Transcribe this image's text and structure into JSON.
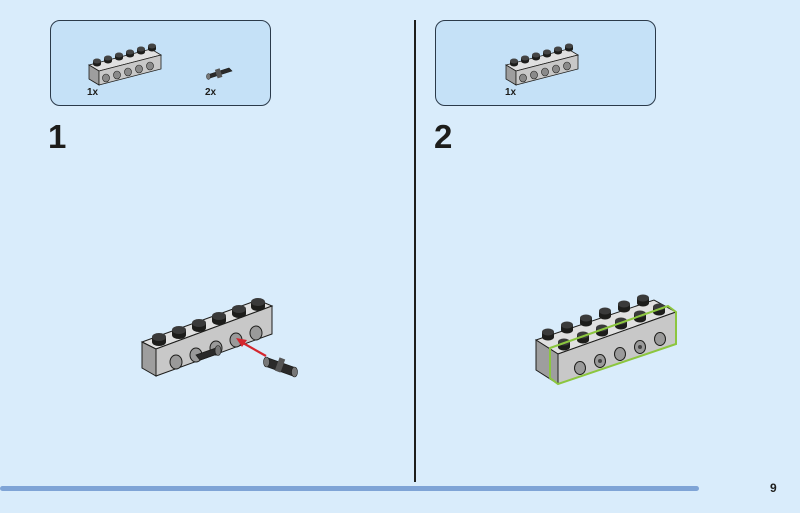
{
  "colors": {
    "background": "#d9ecfb",
    "parts_box": "#c5e1f7",
    "brick_gray": "#c8c8c8",
    "stud_black": "#1d1d1b",
    "arrow_red": "#d3262e",
    "highlight_green": "#8cc63f",
    "progress_blue": "#7fa4d6"
  },
  "step1": {
    "number": "1",
    "parts": [
      {
        "icon": "technic-brick-1x6-icon",
        "qty": "1x"
      },
      {
        "icon": "technic-pin-icon",
        "qty": "2x"
      }
    ]
  },
  "step2": {
    "number": "2",
    "parts": [
      {
        "icon": "technic-brick-1x6-icon",
        "qty": "1x"
      }
    ]
  },
  "footer": {
    "page_number": "9",
    "progress": 0.935
  }
}
